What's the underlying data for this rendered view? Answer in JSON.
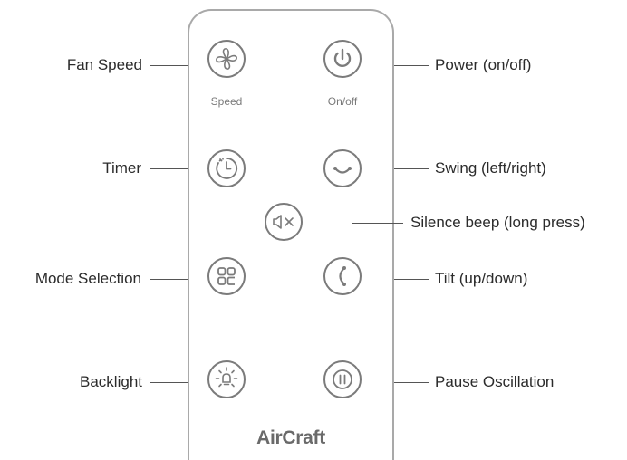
{
  "callouts": {
    "fan_speed": "Fan Speed",
    "timer": "Timer",
    "mode_selection": "Mode Selection",
    "backlight": "Backlight",
    "power": "Power (on/off)",
    "swing": "Swing (left/right)",
    "silence_beep": "Silence beep (long press)",
    "tilt": "Tilt (up/down)",
    "pause_oscillation": "Pause Oscillation"
  },
  "button_labels": {
    "speed": "Speed",
    "on_off": "On/off"
  },
  "brand": "AirCraft",
  "colors": {
    "outline": "#a9a9a9",
    "icon": "#7b7b7b",
    "text": "#2b2b2b"
  },
  "icons": [
    "fan-icon",
    "power-icon",
    "timer-icon",
    "swing-icon",
    "mute-icon",
    "mode-grid-icon",
    "tilt-icon",
    "light-bulb-icon",
    "pause-icon"
  ]
}
